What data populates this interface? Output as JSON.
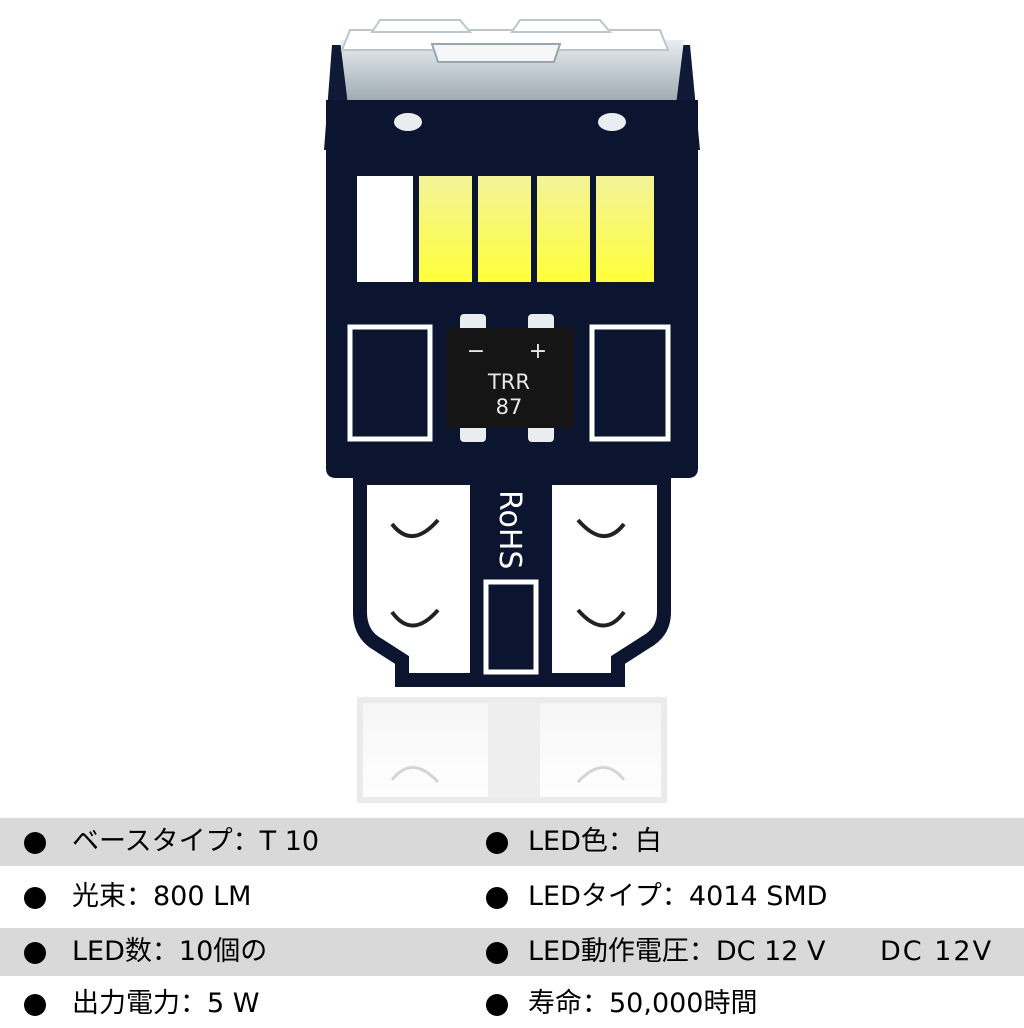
{
  "product": {
    "chip_minus": "−",
    "chip_plus": "+",
    "chip_line1": "TRR",
    "chip_line2": "87",
    "rohs_label": "RoHS"
  },
  "specs": [
    {
      "left": "ベースタイプ：T 10",
      "right": "LED色：白",
      "shaded": true
    },
    {
      "left": "光束：800 LM",
      "right": "LEDタイプ：4014 SMD",
      "shaded": false
    },
    {
      "left": "LED数：10個の",
      "right": "LED動作電圧：DC 12 V",
      "shaded": true
    },
    {
      "left": "出力電力：5 W",
      "right": "寿命：50,000時間",
      "shaded": false
    }
  ],
  "ghost_text": "DC 12V"
}
